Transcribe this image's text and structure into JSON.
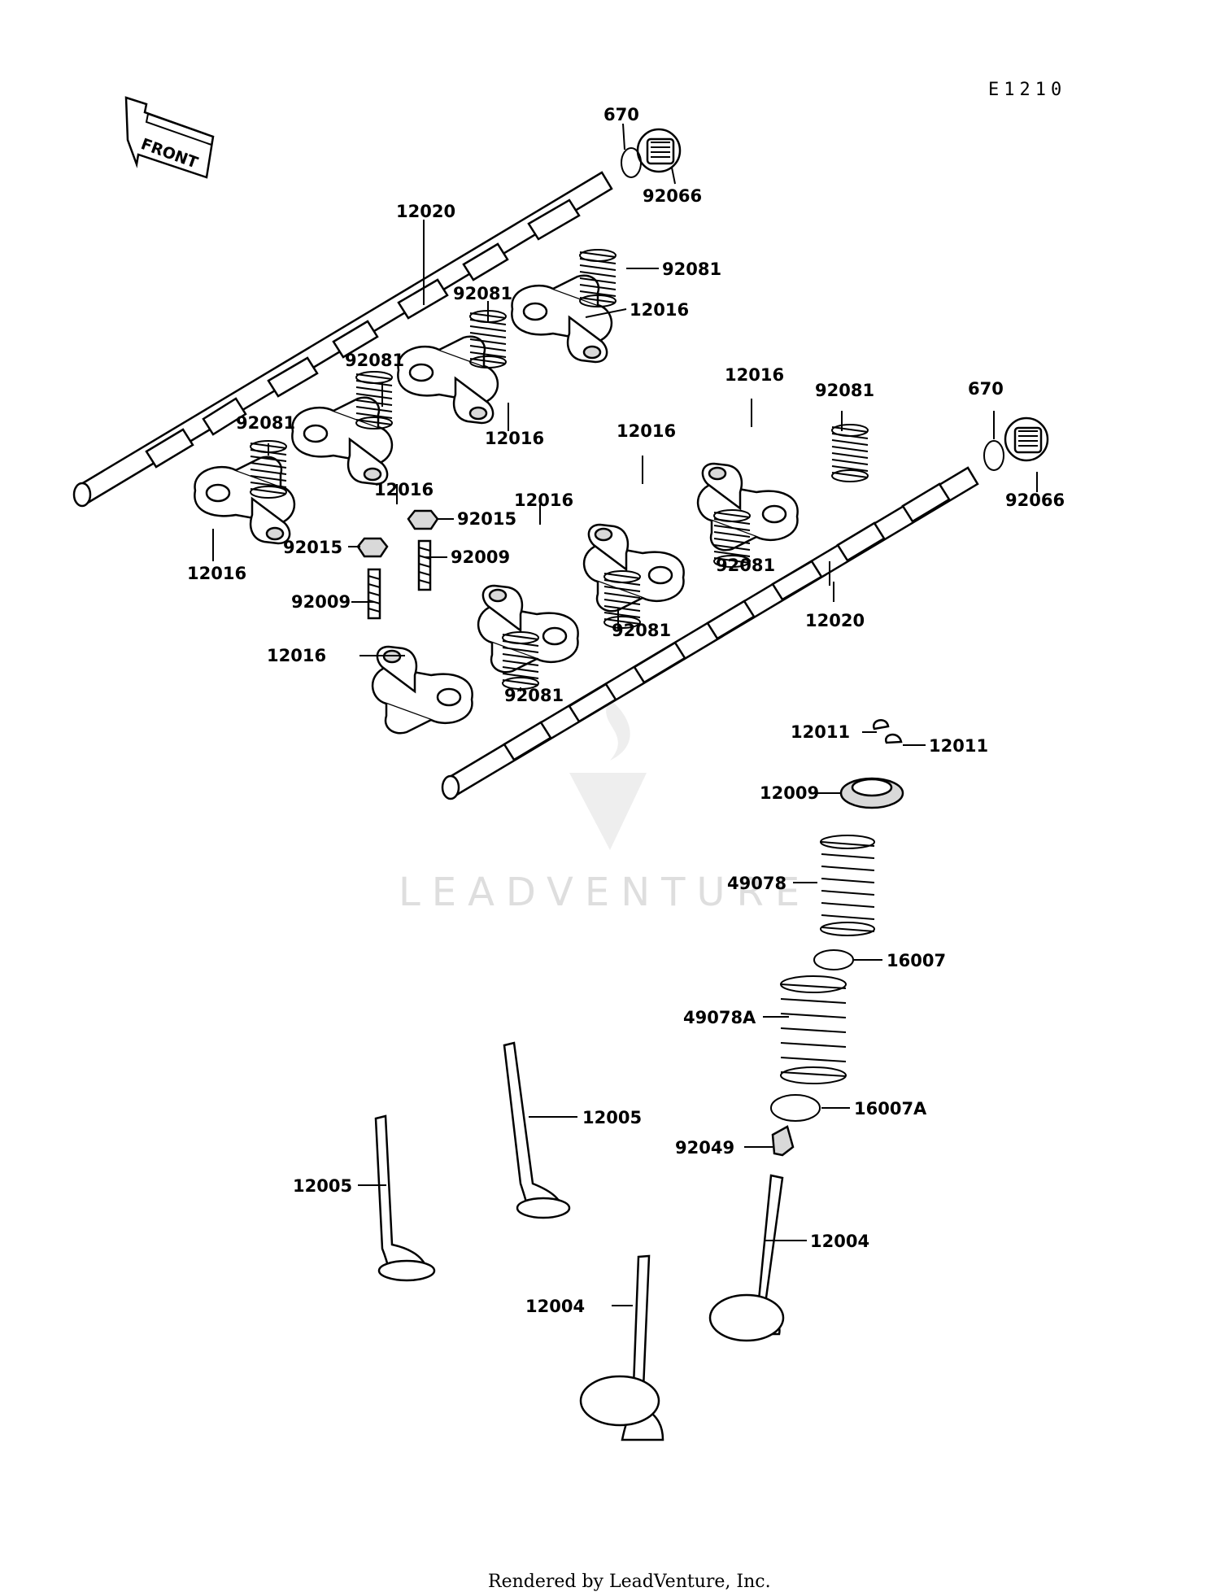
{
  "diagram": {
    "code": "E1210",
    "front_label": "FRONT",
    "watermark_text": "LEADVENTURE",
    "footer": "Rendered by LeadVenture, Inc."
  },
  "callouts": {
    "c670_top": "670",
    "c92066_top": "92066",
    "c12020_top": "12020",
    "c92081_a": "92081",
    "c12016_a": "12016",
    "c92081_b": "92081",
    "c92081_c": "92081",
    "c12016_b": "12016",
    "c92081_d": "92081",
    "c12016_c": "12016",
    "c12016_d": "12016",
    "c92015_a": "92015",
    "c92015_b": "92015",
    "c92009_a": "92009",
    "c92009_b": "92009",
    "c12016_e": "12016",
    "c12016_f": "12016",
    "c12016_g": "12016",
    "c12016_h": "12016",
    "c92081_e": "92081",
    "c670_bot": "670",
    "c92066_bot": "92066",
    "c92081_f": "92081",
    "c92081_g": "92081",
    "c92081_h": "92081",
    "c12020_bot": "12020",
    "c12011_a": "12011",
    "c12011_b": "12011",
    "c12009": "12009",
    "c49078": "49078",
    "c16007": "16007",
    "c49078A": "49078A",
    "c16007A": "16007A",
    "c92049": "92049",
    "c12005_a": "12005",
    "c12005_b": "12005",
    "c12004_a": "12004",
    "c12004_b": "12004"
  }
}
